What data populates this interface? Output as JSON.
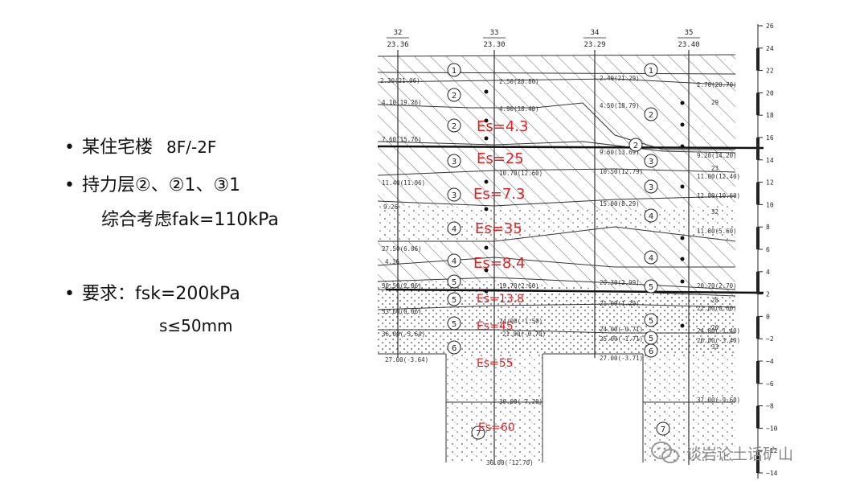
{
  "bullets": {
    "b1": "某住宅楼",
    "b1_floors": "8F/-2F",
    "b2": "持力层②、②1、③1",
    "b2_sub": "综合考虑fak=110kPa",
    "b3": "要求：fsk=200kPa",
    "b3_sub": "s≤50mm"
  },
  "boreholes": [
    {
      "no": "32",
      "elev": "23.36"
    },
    {
      "no": "33",
      "elev": "23.30"
    },
    {
      "no": "34",
      "elev": "23.29"
    },
    {
      "no": "35",
      "elev": "23.40"
    }
  ],
  "es_labels": [
    "Es=4.3",
    "Es=25",
    "Es=7.3",
    "Es=35",
    "Es=8.4",
    "Es=13.8",
    "Es=45",
    "Es=55",
    "Es=60"
  ],
  "layer_marks": [
    "1",
    "2",
    "2",
    "3",
    "3",
    "4",
    "4",
    "5",
    "5",
    "5",
    "6",
    "7",
    "1",
    "2",
    "2",
    "3",
    "3",
    "4",
    "4",
    "5",
    "5",
    "5",
    "6",
    "7"
  ],
  "depth_texts": [
    "2.30(21.06)",
    "4.10(19.26)",
    "7.60(15.76)",
    "11.40(11.96)",
    "9.26",
    "27.50(6.06)",
    "4.36",
    "30.50(2.86)",
    "33.60(0.06)",
    "36.00(-3.64)",
    "27.00(-3.64)",
    "2.50(20.80)",
    "4.90(18.40)",
    "10.70(12.60)",
    "19.70(2.60)",
    "24.00(-1.50)",
    "21.90(-0.70)",
    "30.00(-7.20)",
    "36.00(-12.70)",
    "2.40(21.29)",
    "4.50(18.79)",
    "9.60(13.69)",
    "10.50(12.79)",
    "15.00(8.29)",
    "20.30(2.99)",
    "21.00(1.29)",
    "24.00(-0.71)",
    "25.00(-1.71)",
    "27.00(-3.71)",
    "2.70(20.70)",
    "9.20(14.20)",
    "11.00(12.40)",
    "12.80(10.60)",
    "11.80(5.60)",
    "20.70(2.70)",
    "22.80(0.60)",
    "24.80(-1.40)",
    "26.80(-3.40)",
    "37.00(-9.60)",
    "29",
    "23",
    "32",
    "28",
    "26",
    "33"
  ],
  "scale_ticks": [
    "26",
    "24",
    "22",
    "20",
    "18",
    "16",
    "14",
    "12",
    "10",
    "8",
    "6",
    "4",
    "2",
    "0",
    "−2",
    "−4",
    "−6",
    "−8",
    "−10",
    "−12",
    "−14"
  ],
  "header_small": "",
  "watermark": "谈岩论土话矿山",
  "colors": {
    "es_red": "#e02020",
    "line": "#222222",
    "watermark": "#8a8a8a"
  }
}
